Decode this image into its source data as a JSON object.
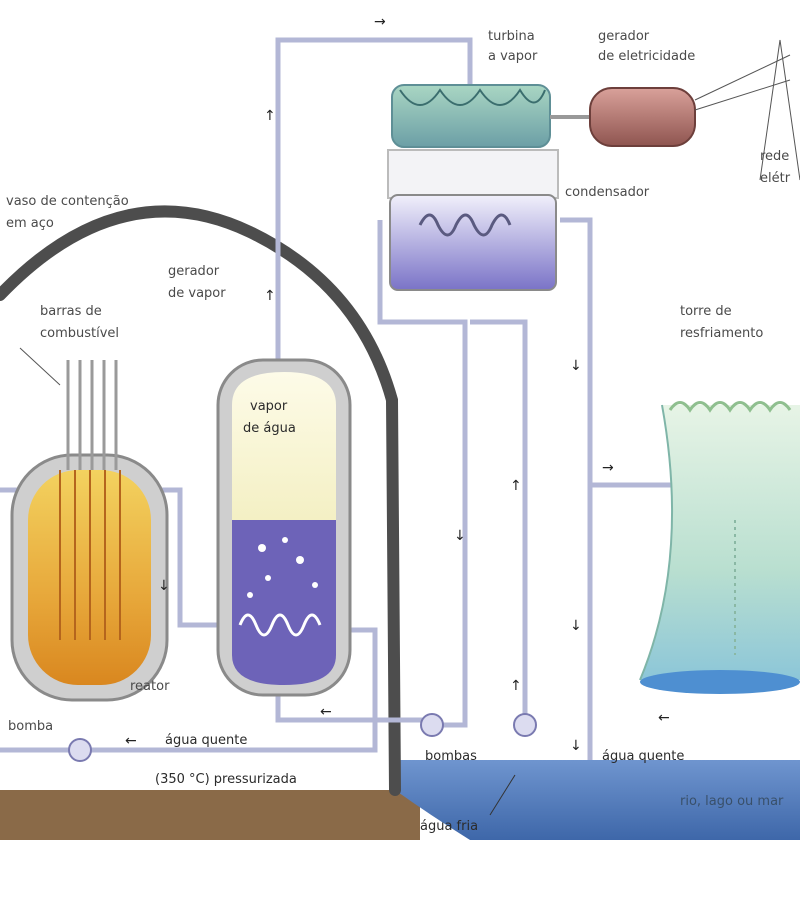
{
  "labels": {
    "turbine": [
      "turbina",
      "a vapor"
    ],
    "generator": [
      "gerador",
      "de eletricidade"
    ],
    "grid": [
      "rede",
      "elétr"
    ],
    "containment": [
      "vaso de contenção",
      "em aço"
    ],
    "steam_generator": [
      "gerador",
      "de vapor"
    ],
    "condenser": "condensador",
    "fuel_rods": [
      "barras de",
      "combustível"
    ],
    "cooling_tower": [
      "torre de",
      "resfriamento"
    ],
    "steam": [
      "vapor",
      "de água"
    ],
    "reactor": "reator",
    "pump": "bomba",
    "hot_water_loop": "água quente",
    "pressurized": "(350 °C) pressurizada",
    "pumps": "bombas",
    "hot_water_tower": "água quente",
    "cold_water": "água fria",
    "river": "rio, lago ou mar"
  },
  "colors": {
    "pipe": "#b3b7d6",
    "containment": "#4d4d4d",
    "reactor_core": "#e7b63a",
    "steam_water": "#6d63b8",
    "condenser_water": "#8c86cf",
    "tower": "#bfe3d4",
    "river": "#5d87c6",
    "ground": "#7a6045"
  }
}
